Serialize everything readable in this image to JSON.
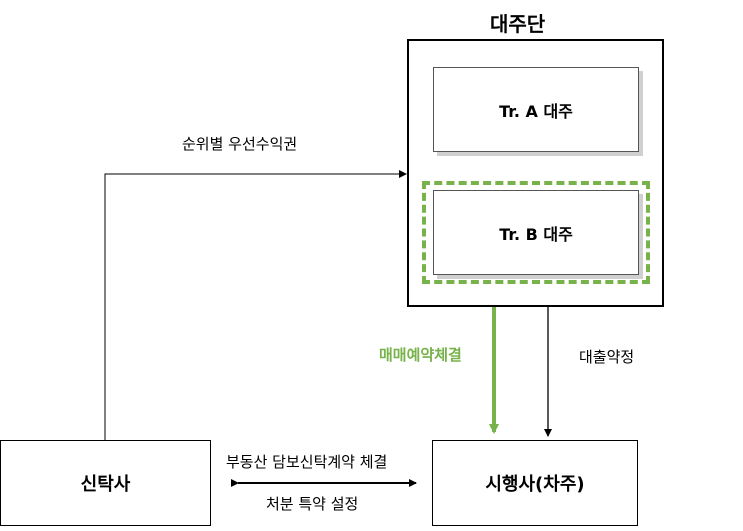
{
  "lender_group": {
    "title": "대주단"
  },
  "tranche_a": {
    "label": "Tr. A 대주"
  },
  "tranche_b": {
    "label": "Tr. B 대주"
  },
  "trust_company": {
    "label": "신탁사"
  },
  "developer": {
    "label": "시행사(차주)"
  },
  "edges": {
    "priority_beneficiary": "순위별 우선수익권",
    "sale_reservation": "매매예약체결",
    "loan_agreement": "대출약정",
    "trust_contract": "부동산 담보신탁계약 체결",
    "disposal_special_terms": "처분 특약 설정"
  },
  "colors": {
    "highlight": "#77b24a",
    "line": "#000000"
  }
}
